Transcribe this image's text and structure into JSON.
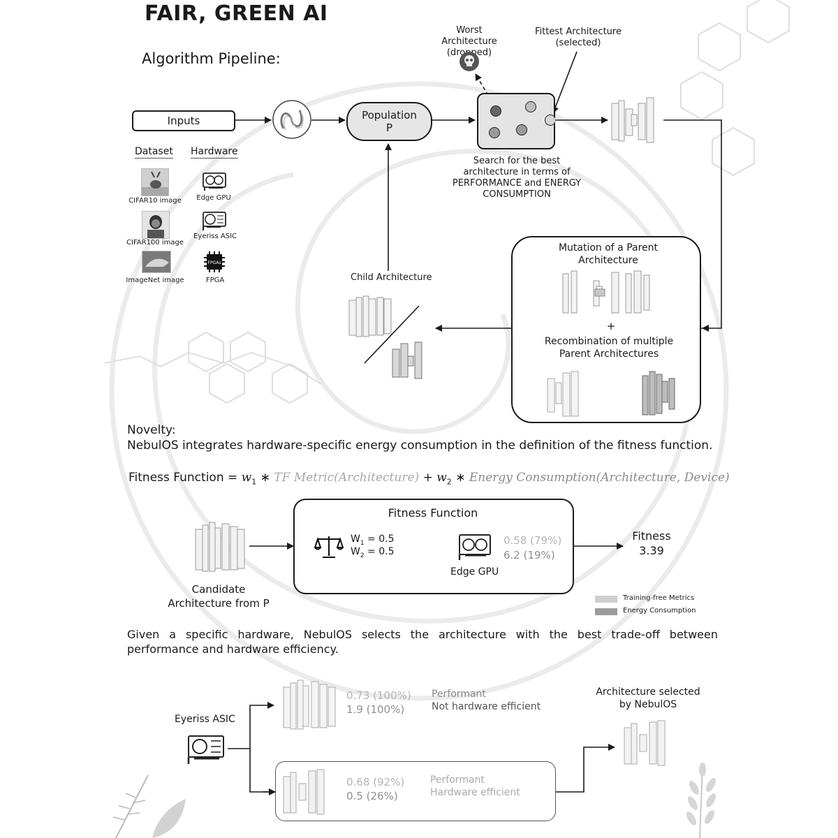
{
  "header": {
    "title": "FAIR, GREEN AI",
    "subtitle": "Algorithm Pipeline:"
  },
  "pipeline": {
    "inputs_label": "Inputs",
    "population_label": "Population\nP",
    "worst_label": "Worst Architecture\n(dropped)",
    "fittest_label": "Fittest Architecture\n(selected)",
    "search_caption": "Search for the best\narchitecture in terms of\nPERFORMANCE and ENERGY\nCONSUMPTION",
    "child_label": "Child Architecture",
    "mutation_label": "Mutation of a Parent\nArchitecture",
    "plus_sign": "+",
    "recombination_label": "Recombination of multiple\nParent Architectures"
  },
  "datasets": {
    "header": "Dataset",
    "items": [
      {
        "caption": "CIFAR10 image",
        "icon": "deer-photo"
      },
      {
        "caption": "CIFAR100 image",
        "icon": "portrait-photo"
      },
      {
        "caption": "ImageNet image",
        "icon": "shark-photo"
      }
    ]
  },
  "hardware": {
    "header": "Hardware",
    "items": [
      {
        "caption": "Edge GPU",
        "icon": "gpu-icon"
      },
      {
        "caption": "Eyeriss ASIC",
        "icon": "asic-card-icon"
      },
      {
        "caption": "FPGA",
        "icon": "fpga-chip-icon",
        "chip_text": "FPGAs"
      }
    ]
  },
  "novelty": {
    "heading": "Novelty:",
    "text": "NebulOS integrates hardware-specific energy consumption in the definition of the fitness function."
  },
  "formula": {
    "lead": "Fitness Function",
    "eq": " = ",
    "w1": "w",
    "w1_sub": "1",
    "op": " ∗ ",
    "tf_term": "TF Metric(Architecture)",
    "plus": " + ",
    "w2": "w",
    "w2_sub": "2",
    "energy_term": "Energy Consumption(Architecture, Device)"
  },
  "fitness": {
    "box_title": "Fitness Function",
    "w1_label": "W",
    "w1_sub": "1",
    "w1_value": " = 0.5",
    "w2_label": "W",
    "w2_sub": "2",
    "w2_value": " = 0.5",
    "metric_value": "0.58 (79%)",
    "energy_value": "6.2 (19%)",
    "device_label": "Edge GPU",
    "candidate_label": "Candidate\nArchitecture from P",
    "result_label": "Fitness",
    "result_value": "3.39"
  },
  "legend": {
    "items": [
      {
        "label": "Training-free Metrics",
        "color": "#cfcfcf"
      },
      {
        "label": "Energy Consumption",
        "color": "#9c9c9c"
      }
    ]
  },
  "selection": {
    "statement": "Given a specific hardware, NebulOS selects the architecture with the best trade-off between performance and hardware efficiency.",
    "device_label": "Eyeriss ASIC",
    "option_a": {
      "metric": "0.73 (100%)",
      "energy": "1.9 (100%)",
      "line1": "Performant",
      "line2": "Not hardware efficient"
    },
    "option_b": {
      "metric": "0.68 (92%)",
      "energy": "0.5 (26%)",
      "line1": "Performant",
      "line2": "Hardware efficient"
    },
    "selected_label": "Architecture selected\nby NebulOS"
  },
  "colors": {
    "ink": "#1a1a1a",
    "light_gray": "#9a9a9a",
    "population_fill": "#e6e6e6",
    "search_fill": "#e4e4e4"
  }
}
